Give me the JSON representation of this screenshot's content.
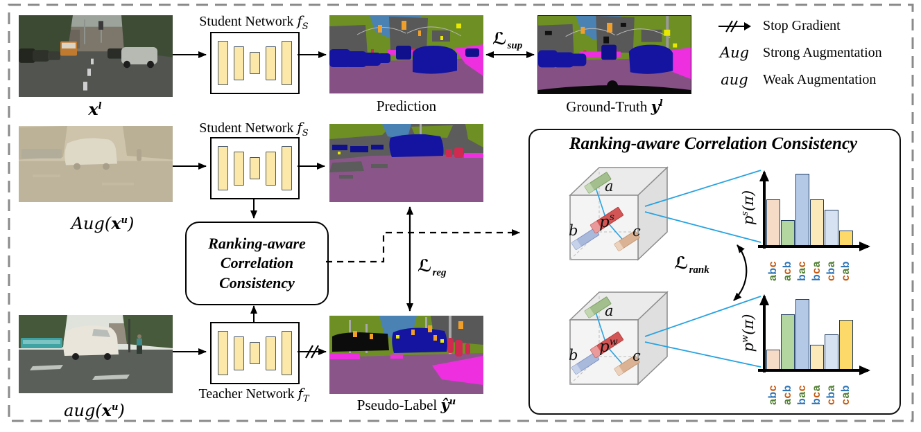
{
  "colors": {
    "accent_cyan": "#29a3e0",
    "net_bar_fill": "#fce9a9",
    "net_bar_border": "#44546a",
    "dashed_border": "#8a8a8a",
    "seg_road": "#855185",
    "seg_sidewalk": "#ee2fe0",
    "seg_vegetation": "#6e8f23",
    "seg_sky": "#4a82b4",
    "seg_car": "#1414a0",
    "seg_person": "#d12a50",
    "seg_building": "#585858"
  },
  "top_row": {
    "input_var": "x",
    "input_sup": "l",
    "network_name": "Student Network ",
    "network_f": "f",
    "network_f_sub": "S",
    "prediction_caption": "Prediction",
    "loss_symbol": "ℒ",
    "loss_sub": "sup",
    "gt_caption": "Ground-Truth ",
    "gt_var": "y",
    "gt_sup": "l"
  },
  "legend": {
    "stop_gradient_label": "Stop Gradient",
    "strong_symbol": "Aug",
    "strong_label": "Strong Augmentation",
    "weak_symbol": "aug",
    "weak_label": "Weak Augmentation"
  },
  "mid_row": {
    "network_name": "Student Network ",
    "network_f": "f",
    "network_f_sub": "S",
    "input_fn": "Aug(",
    "input_var": "x",
    "input_sup": "u",
    "input_close": ")",
    "rcc_line1": "Ranking-aware",
    "rcc_line2": "Correlation",
    "rcc_line3": "Consistency",
    "loss_symbol": "ℒ",
    "loss_sub": "reg"
  },
  "bottom_row": {
    "network_name": "Teacher Network ",
    "network_f": "f",
    "network_f_sub": "T",
    "input_fn": "aug(",
    "input_var": "x",
    "input_sup": "u",
    "input_close": ")",
    "pseudo_caption": "Pseudo-Label ",
    "pseudo_var": "ŷ",
    "pseudo_sup": "u"
  },
  "panel": {
    "title": "Ranking-aware Correlation Consistency",
    "loss_symbol": "ℒ",
    "loss_sub": "rank",
    "cube_top": {
      "label_a": "a",
      "label_b": "b",
      "label_c": "c",
      "center_base": "p",
      "center_sup": "s"
    },
    "cube_bottom": {
      "label_a": "a",
      "label_b": "b",
      "label_c": "c",
      "center_base": "p",
      "center_sup": "w"
    },
    "ylabel_top": {
      "base": "p",
      "sup": "s",
      "arg": "(π)"
    },
    "ylabel_bottom": {
      "base": "p",
      "sup": "w",
      "arg": "(π)"
    }
  },
  "chart_data": [
    {
      "type": "bar",
      "title": "student permutation probability",
      "ylabel": "p^s(π)",
      "xlabel": "",
      "categories": [
        "abc",
        "acb",
        "bac",
        "bca",
        "cba",
        "cab"
      ],
      "values": [
        0.65,
        0.36,
        1.0,
        0.65,
        0.5,
        0.22
      ],
      "bar_colors": [
        "#f6dcc6",
        "#b3d5a0",
        "#b4c9e6",
        "#fbe9b9",
        "#d6e1f1",
        "#fcd968"
      ],
      "bar_border": "#1f3c5f",
      "category_letter_colors": {
        "a": "#538135",
        "b": "#2e75b6",
        "c": "#c55a11"
      },
      "ylim": [
        0,
        1.05
      ],
      "grid": false,
      "legend_position": "none"
    },
    {
      "type": "bar",
      "title": "teacher permutation probability",
      "ylabel": "p^w(π)",
      "xlabel": "",
      "categories": [
        "abc",
        "acb",
        "bac",
        "bca",
        "cba",
        "cab"
      ],
      "values": [
        0.29,
        0.79,
        1.0,
        0.36,
        0.5,
        0.71
      ],
      "bar_colors": [
        "#f6dcc6",
        "#b3d5a0",
        "#b4c9e6",
        "#fbe9b9",
        "#d6e1f1",
        "#fcd968"
      ],
      "bar_border": "#1f3c5f",
      "category_letter_colors": {
        "a": "#538135",
        "b": "#2e75b6",
        "c": "#c55a11"
      },
      "ylim": [
        0,
        1.05
      ],
      "grid": false,
      "legend_position": "none"
    }
  ]
}
